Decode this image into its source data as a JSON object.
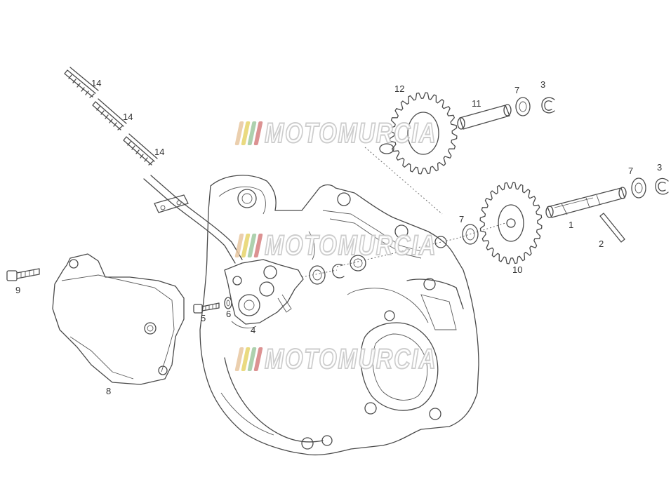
{
  "watermark": {
    "text": "MOTOMURCIA",
    "stripe_colors": [
      "#e8c7a0",
      "#e6d36a",
      "#9fc9a0",
      "#d67f7f"
    ]
  },
  "callouts": {
    "c1": "1",
    "c2": "2",
    "c3a": "3",
    "c3b": "3",
    "c4": "4",
    "c5": "5",
    "c6": "6",
    "c7a": "7",
    "c7b": "7",
    "c7c": "7",
    "c8": "8",
    "c9": "9",
    "c10": "10",
    "c11": "11",
    "c12": "12",
    "c14a": "14",
    "c14b": "14",
    "c14c": "14"
  }
}
